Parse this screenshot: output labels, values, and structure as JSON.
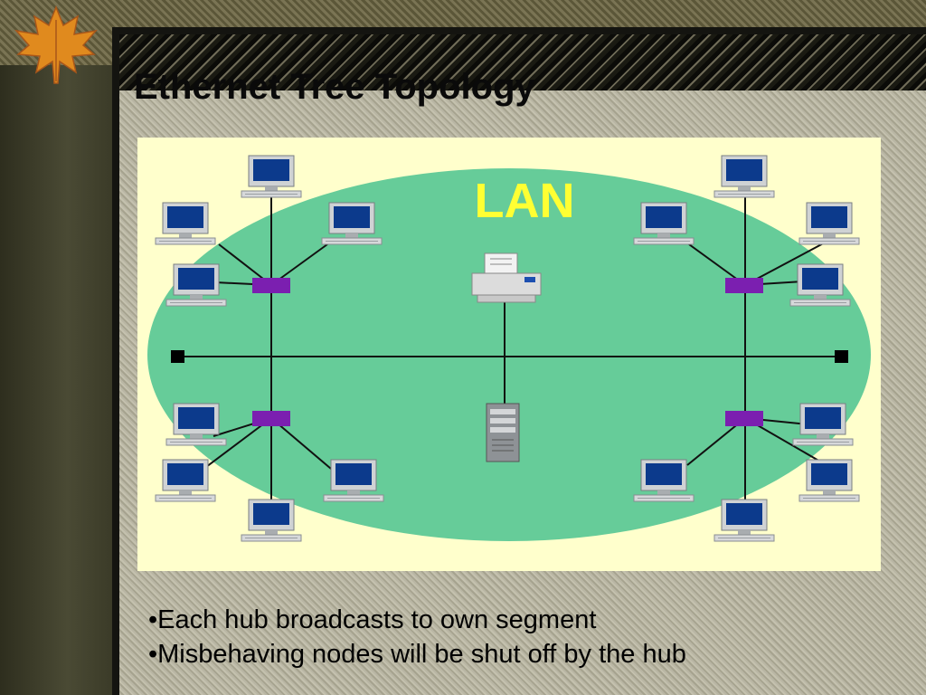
{
  "slide": {
    "title": "Ethernet Tree Topology",
    "bullets": [
      "•Each hub broadcasts to own segment",
      "•Misbehaving nodes will be shut off by the hub"
    ]
  },
  "diagram": {
    "network_label": "LAN",
    "colors": {
      "background": "#ffffcc",
      "lan_area": "#66cc99",
      "hub": "#7b1fb0",
      "label": "#ffff33"
    },
    "icons": [
      "computer-icon",
      "hub-icon",
      "printer-icon",
      "server-icon",
      "terminator-icon"
    ]
  }
}
